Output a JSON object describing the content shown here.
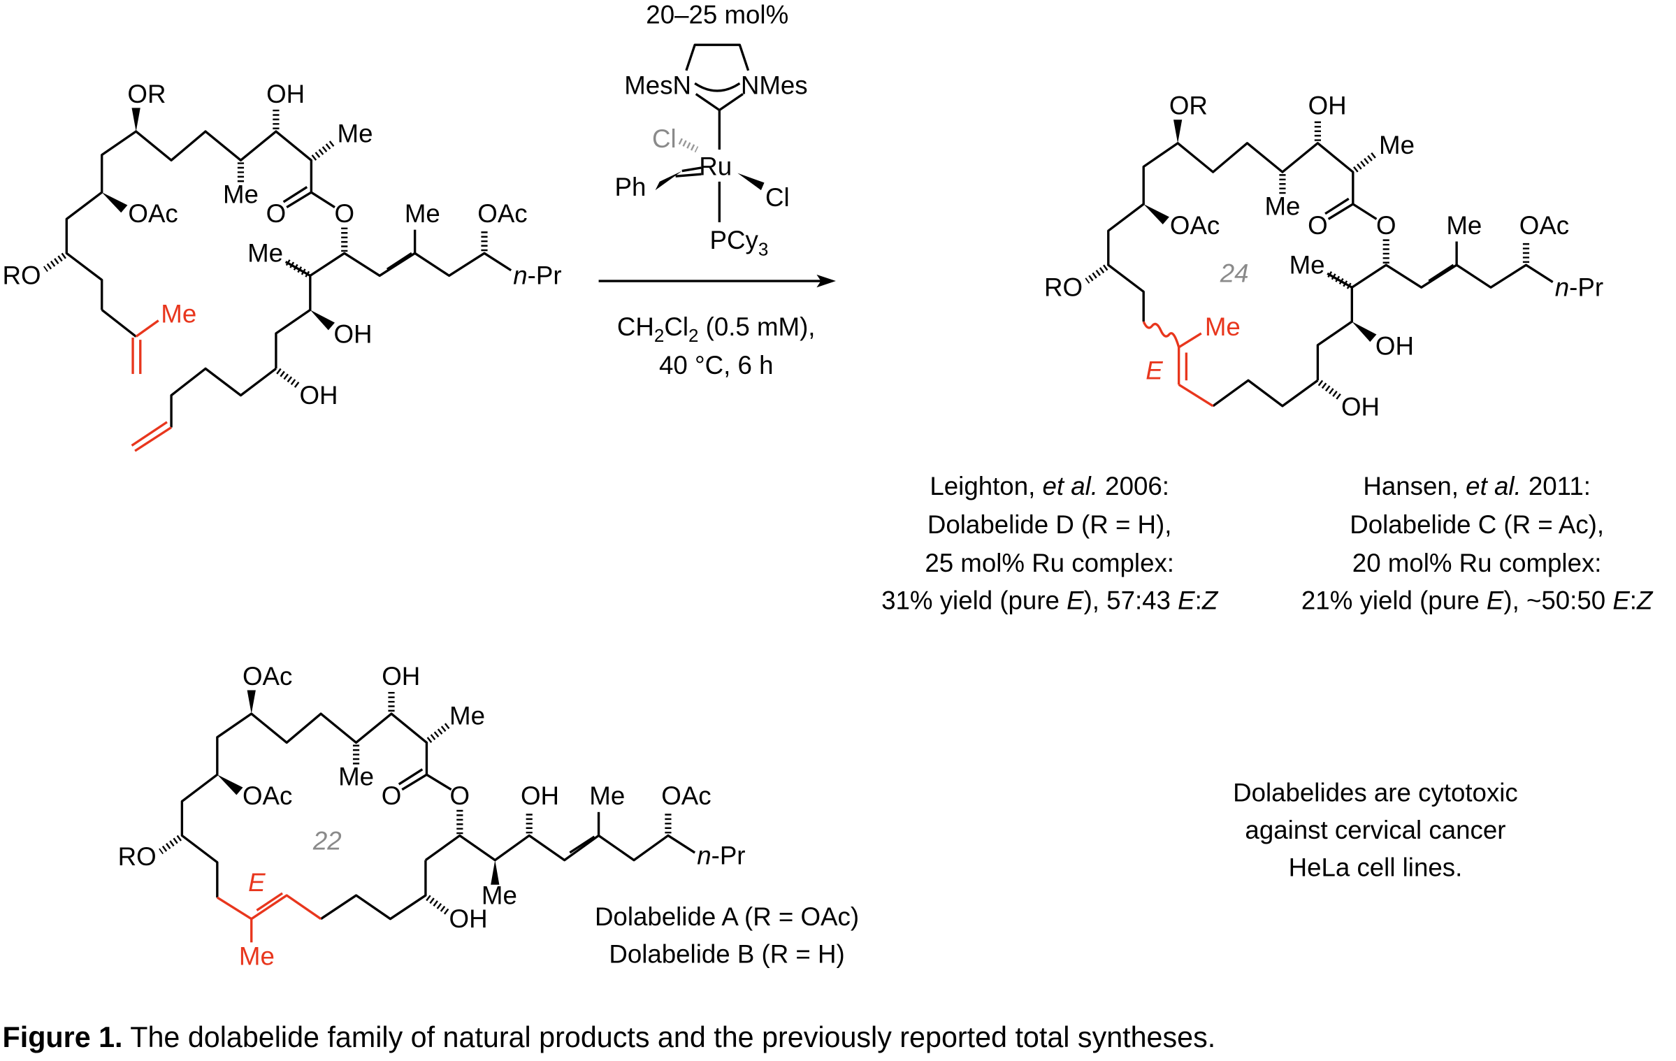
{
  "starting_material": {
    "labels": {
      "or": "OR",
      "oh_top": "OH",
      "me_alpha": "Me",
      "me_down": "Me",
      "oac_left": "OAc",
      "ro": "RO",
      "carbonyl_o": "O",
      "ester_o": "O",
      "me_left": "Me",
      "me_alkene": "Me",
      "oac_right": "OAc",
      "npr_n": "n",
      "npr_rest": "-Pr",
      "oh_mid": "OH",
      "oh_low": "OH",
      "me_red": "Me"
    }
  },
  "reagent": {
    "loading": "20–25 mol%",
    "catalyst": {
      "mesn": "MesN",
      "nmes": "NMes",
      "cl_back": "Cl",
      "ru": "Ru",
      "ph": "Ph",
      "cl_front": "Cl",
      "pcy": "PCy",
      "pcy_sub": "3"
    },
    "conditions_line1": {
      "a": "CH",
      "sub1": "2",
      "b": "Cl",
      "sub2": "2",
      "c": " (0.5 mM),"
    },
    "conditions_line2": "40 °C, 6 h"
  },
  "product_24": {
    "ring_size": "24",
    "alkene_geometry": "E",
    "me_red": "Me"
  },
  "syntheses": [
    {
      "author": "Leighton, ",
      "etal": "et al.",
      "year": "  2006:",
      "target": "Dolabelide D (R = H),",
      "loading": "25 mol% Ru complex:",
      "yield_a": "31% yield (pure ",
      "yield_e": "E",
      "yield_b": "), 57:43 ",
      "ratio_e": "E",
      ":": ":",
      "ratio_z": "Z"
    },
    {
      "author": "Hansen, ",
      "etal": "et al.",
      "year": " 2011:",
      "target": "Dolabelide C (R = Ac),",
      "loading": "20 mol% Ru complex:",
      "yield_a": "21% yield (pure ",
      "yield_e": "E",
      "yield_b": "), ~50:50 ",
      "ratio_e": "E",
      ":": ":",
      "ratio_z": "Z"
    }
  ],
  "natural_product_22": {
    "ring_size": "22",
    "alkene_geometry": "E",
    "labels": {
      "oac_top": "OAc",
      "oh_top": "OH",
      "me_alpha": "Me",
      "me_down": "Me",
      "oac_left": "OAc",
      "ro": "RO",
      "carbonyl_o": "O",
      "ester_o": "O",
      "me_wedge": "Me",
      "oh_side": "OH",
      "me_alkene": "Me",
      "oac_right": "OAc",
      "npr_n": "n",
      "npr_rest": "-Pr",
      "oh_low": "OH",
      "me_red": "Me"
    },
    "names": [
      "Dolabelide A (R = OAc)",
      "Dolabelide B (R = H)"
    ]
  },
  "note": [
    "Dolabelides are cytotoxic",
    "against cervical cancer",
    "HeLa cell lines."
  ],
  "caption": {
    "label": "Figure 1.",
    "text": " The dolabelide family of natural products and the previously reported total syntheses."
  },
  "colors": {
    "highlight": "#e8361d",
    "ring_label": "#8a8a8a"
  }
}
